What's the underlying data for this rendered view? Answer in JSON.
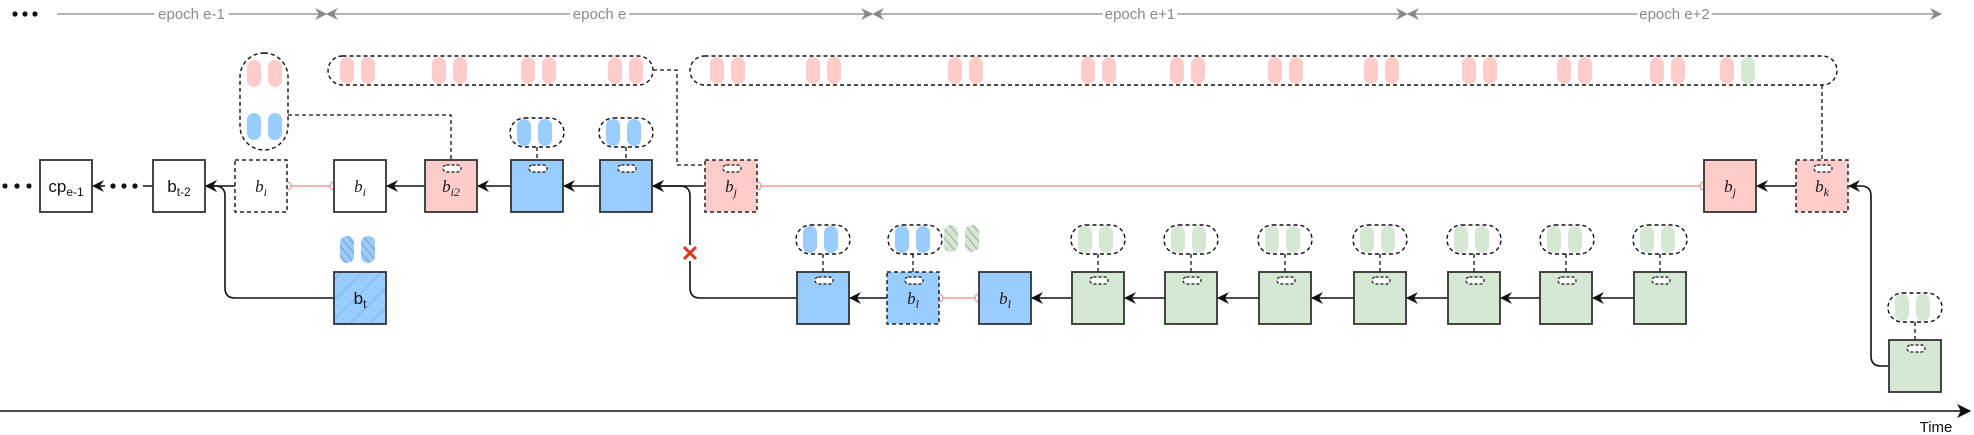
{
  "colors": {
    "blue": "#99ccff",
    "pink": "#ffcccc",
    "green": "#d5e8d4",
    "white": "#ffffff",
    "edge": "#333333",
    "link": "#f19c9c",
    "epoch_line": "#888888",
    "cross": "#d9381e"
  },
  "epochs": [
    {
      "label": "epoch e-1"
    },
    {
      "label": "epoch e"
    },
    {
      "label": "epoch e+1"
    },
    {
      "label": "epoch e+2"
    }
  ],
  "axis": {
    "label": "Time"
  },
  "ellipsis": "• • •",
  "nodes": [
    {
      "id": "cp",
      "label": "cp",
      "sub": "e-1",
      "fill": "white",
      "style": "solid",
      "font": "plain"
    },
    {
      "id": "bt2",
      "label": "b",
      "sub": "t-2",
      "fill": "white",
      "style": "solid",
      "font": "plain"
    },
    {
      "id": "bi_ghost",
      "label": "b",
      "sub": "i",
      "fill": "white",
      "style": "dashed",
      "font": "italic"
    },
    {
      "id": "bi",
      "label": "b",
      "sub": "i",
      "fill": "white",
      "style": "solid",
      "font": "italic"
    },
    {
      "id": "bi2",
      "label": "b",
      "sub": "i2",
      "fill": "pink",
      "style": "solid",
      "font": "italic",
      "slot": true
    },
    {
      "id": "blue1",
      "label": "",
      "sub": "",
      "fill": "blue",
      "style": "solid",
      "slot": true
    },
    {
      "id": "blue2",
      "label": "",
      "sub": "",
      "fill": "blue",
      "style": "solid",
      "slot": true
    },
    {
      "id": "bj_ghost",
      "label": "b",
      "sub": "j",
      "fill": "pink",
      "style": "dashed",
      "font": "italic",
      "slot": true
    },
    {
      "id": "bt",
      "label": "b",
      "sub": "t",
      "fill": "blue",
      "style": "solid",
      "font": "plain",
      "hatched": true
    },
    {
      "id": "blue3",
      "label": "",
      "sub": "",
      "fill": "blue",
      "style": "solid",
      "slot": true
    },
    {
      "id": "bl_ghost",
      "label": "b",
      "sub": "l",
      "fill": "blue",
      "style": "dashed",
      "font": "italic",
      "slot": true
    },
    {
      "id": "bl",
      "label": "b",
      "sub": "l",
      "fill": "blue",
      "style": "solid",
      "font": "italic"
    },
    {
      "id": "g1",
      "label": "",
      "sub": "",
      "fill": "green",
      "style": "solid",
      "slot": true
    },
    {
      "id": "g2",
      "label": "",
      "sub": "",
      "fill": "green",
      "style": "solid",
      "slot": true
    },
    {
      "id": "g3",
      "label": "",
      "sub": "",
      "fill": "green",
      "style": "solid",
      "slot": true
    },
    {
      "id": "g4",
      "label": "",
      "sub": "",
      "fill": "green",
      "style": "solid",
      "slot": true
    },
    {
      "id": "g5",
      "label": "",
      "sub": "",
      "fill": "green",
      "style": "solid",
      "slot": true
    },
    {
      "id": "g6",
      "label": "",
      "sub": "",
      "fill": "green",
      "style": "solid",
      "slot": true
    },
    {
      "id": "g7",
      "label": "",
      "sub": "",
      "fill": "green",
      "style": "solid",
      "slot": true
    },
    {
      "id": "bj",
      "label": "b",
      "sub": "j",
      "fill": "pink",
      "style": "solid",
      "font": "italic"
    },
    {
      "id": "bk",
      "label": "b",
      "sub": "k",
      "fill": "pink",
      "style": "dashed",
      "font": "italic",
      "slot": true
    },
    {
      "id": "g8",
      "label": "",
      "sub": "",
      "fill": "green",
      "style": "solid",
      "slot": true
    }
  ],
  "bubbles": [
    {
      "id": "bubble-bi2",
      "pills": [
        [
          "pink",
          "pink"
        ],
        [
          "blue",
          "blue"
        ]
      ],
      "attached_to": "bi2"
    },
    {
      "id": "bubble-epoch-e",
      "pills": [
        [
          "pink",
          "pink"
        ],
        [
          "pink",
          "pink"
        ],
        [
          "pink",
          "pink"
        ],
        [
          "pink",
          "pink"
        ]
      ],
      "attached_to": "bj_ghost"
    },
    {
      "id": "bubble-long",
      "pills": [
        [
          "pink",
          "pink"
        ],
        [
          "pink",
          "pink"
        ],
        [
          "pink",
          "pink"
        ],
        [
          "pink",
          "pink"
        ],
        [
          "pink",
          "pink"
        ],
        [
          "pink",
          "pink"
        ],
        [
          "pink",
          "pink"
        ],
        [
          "pink",
          "pink"
        ],
        [
          "pink",
          "pink"
        ],
        [
          "pink",
          "pink"
        ],
        [
          "pink",
          "green"
        ]
      ],
      "attached_to": "bk"
    },
    {
      "id": "bubble-blue1",
      "pills": [
        [
          "blue",
          "blue"
        ]
      ],
      "attached_to": "blue1"
    },
    {
      "id": "bubble-blue2",
      "pills": [
        [
          "blue",
          "blue"
        ]
      ],
      "attached_to": "blue2"
    },
    {
      "id": "bubble-blue3",
      "pills": [
        [
          "blue",
          "blue"
        ]
      ],
      "attached_to": "blue3"
    },
    {
      "id": "bubble-bl",
      "pills": [
        [
          "blue",
          "blue"
        ]
      ],
      "attached_to": "bl_ghost"
    },
    {
      "id": "bubble-g1",
      "pills": [
        [
          "green",
          "green"
        ]
      ],
      "attached_to": "g1"
    },
    {
      "id": "bubble-g2",
      "pills": [
        [
          "green",
          "green"
        ]
      ],
      "attached_to": "g2"
    },
    {
      "id": "bubble-g3",
      "pills": [
        [
          "green",
          "green"
        ]
      ],
      "attached_to": "g3"
    },
    {
      "id": "bubble-g4",
      "pills": [
        [
          "green",
          "green"
        ]
      ],
      "attached_to": "g4"
    },
    {
      "id": "bubble-g5",
      "pills": [
        [
          "green",
          "green"
        ]
      ],
      "attached_to": "g5"
    },
    {
      "id": "bubble-g6",
      "pills": [
        [
          "green",
          "green"
        ]
      ],
      "attached_to": "g6"
    },
    {
      "id": "bubble-g7",
      "pills": [
        [
          "green",
          "green"
        ]
      ],
      "attached_to": "g7"
    },
    {
      "id": "bubble-g8",
      "pills": [
        [
          "green",
          "green"
        ]
      ],
      "attached_to": "g8"
    }
  ],
  "loose_pills": [
    {
      "id": "bt-hatched-pills",
      "colors": [
        "blue",
        "blue"
      ],
      "hatched": true,
      "near": "bt"
    },
    {
      "id": "bl-hatched-pills",
      "colors": [
        "green",
        "green"
      ],
      "hatched": true,
      "near": "bl_ghost"
    }
  ],
  "edges": [
    {
      "from": "bt2",
      "to": "cp",
      "kind": "arrow-dotted"
    },
    {
      "from": "bi_ghost",
      "to": "bt2",
      "kind": "arrow"
    },
    {
      "from": "bt",
      "to": "bt2",
      "kind": "arrow-curved"
    },
    {
      "from": "bi2",
      "to": "bi",
      "kind": "arrow"
    },
    {
      "from": "blue1",
      "to": "bi2",
      "kind": "arrow"
    },
    {
      "from": "blue2",
      "to": "blue1",
      "kind": "arrow"
    },
    {
      "from": "bj_ghost",
      "to": "blue2",
      "kind": "arrow"
    },
    {
      "from": "blue3",
      "to": "blue2",
      "kind": "arrow-curved-rejected"
    },
    {
      "from": "bl_ghost",
      "to": "blue3",
      "kind": "arrow"
    },
    {
      "from": "g1",
      "to": "bl",
      "kind": "arrow"
    },
    {
      "from": "g2",
      "to": "g1",
      "kind": "arrow"
    },
    {
      "from": "g3",
      "to": "g2",
      "kind": "arrow"
    },
    {
      "from": "g4",
      "to": "g3",
      "kind": "arrow"
    },
    {
      "from": "g5",
      "to": "g4",
      "kind": "arrow"
    },
    {
      "from": "g6",
      "to": "g5",
      "kind": "arrow"
    },
    {
      "from": "g7",
      "to": "g6",
      "kind": "arrow"
    },
    {
      "from": "bk",
      "to": "bj",
      "kind": "arrow"
    },
    {
      "from": "g8",
      "to": "bk",
      "kind": "arrow-curved"
    }
  ],
  "links": [
    {
      "from": "bi_ghost",
      "to": "bi",
      "kind": "equivalence"
    },
    {
      "from": "bj_ghost",
      "to": "bj",
      "kind": "equivalence"
    },
    {
      "from": "bl_ghost",
      "to": "bl",
      "kind": "equivalence"
    }
  ]
}
